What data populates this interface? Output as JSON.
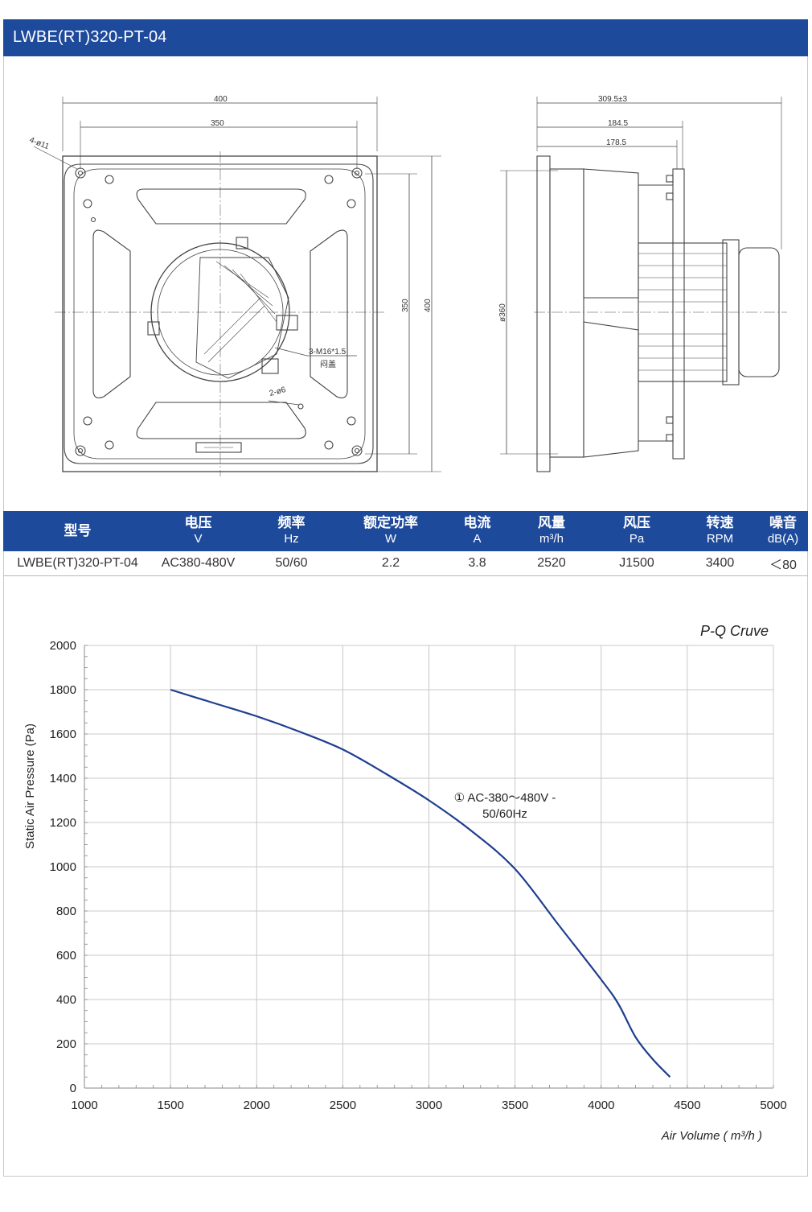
{
  "header": {
    "title": "LWBE(RT)320-PT-04"
  },
  "drawing": {
    "front": {
      "dim_outer_width": "400",
      "dim_hole_width": "350",
      "dim_outer_height": "400",
      "dim_hole_height": "350",
      "mount_holes": "4-ø11",
      "cable_gland": "3-M16*1.5",
      "cable_gland_note": "闷盖",
      "small_holes": "2-ø6"
    },
    "side": {
      "dim_total_depth": "309.5±3",
      "dim_depth_1": "184.5",
      "dim_depth_2": "178.5",
      "dim_diameter": "ø360"
    }
  },
  "spec_table": {
    "columns": [
      {
        "label": "型号",
        "unit": ""
      },
      {
        "label": "电压",
        "unit": "V"
      },
      {
        "label": "频率",
        "unit": "Hz"
      },
      {
        "label": "额定功率",
        "unit": "W"
      },
      {
        "label": "电流",
        "unit": "A"
      },
      {
        "label": "风量",
        "unit": "m³/h"
      },
      {
        "label": "风压",
        "unit": "Pa"
      },
      {
        "label": "转速",
        "unit": "RPM"
      },
      {
        "label": "噪音",
        "unit": "dB(A)"
      }
    ],
    "rows": [
      [
        "LWBE(RT)320-PT-04",
        "AC380-480V",
        "50/60",
        "2.2",
        "3.8",
        "2520",
        "J1500",
        "3400",
        "＜80"
      ]
    ]
  },
  "chart_data": {
    "type": "line",
    "title": "P-Q Cruve",
    "xlabel": "Air Volume ( m³/h )",
    "ylabel": "Static Air Pressure  (Pa)",
    "xlim": [
      1000,
      5000
    ],
    "ylim": [
      0,
      2000
    ],
    "x_ticks": [
      "1000",
      "1500",
      "2000",
      "2500",
      "3000",
      "3500",
      "4000",
      "4500",
      "5000"
    ],
    "y_ticks": [
      "0",
      "200",
      "400",
      "600",
      "800",
      "1000",
      "1200",
      "1400",
      "1600",
      "1800",
      "2000"
    ],
    "grid": true,
    "color": "#1e3f8e",
    "annotation": [
      "① AC-380～480V -",
      "50/60Hz"
    ],
    "series": [
      {
        "x": [
          1500,
          1750,
          2000,
          2250,
          2500,
          2750,
          3000,
          3250,
          3500,
          3750,
          4000,
          4100,
          4200,
          4300,
          4400
        ],
        "values": [
          1800,
          1740,
          1680,
          1610,
          1530,
          1420,
          1300,
          1160,
          990,
          740,
          490,
          380,
          230,
          130,
          50
        ]
      }
    ]
  }
}
